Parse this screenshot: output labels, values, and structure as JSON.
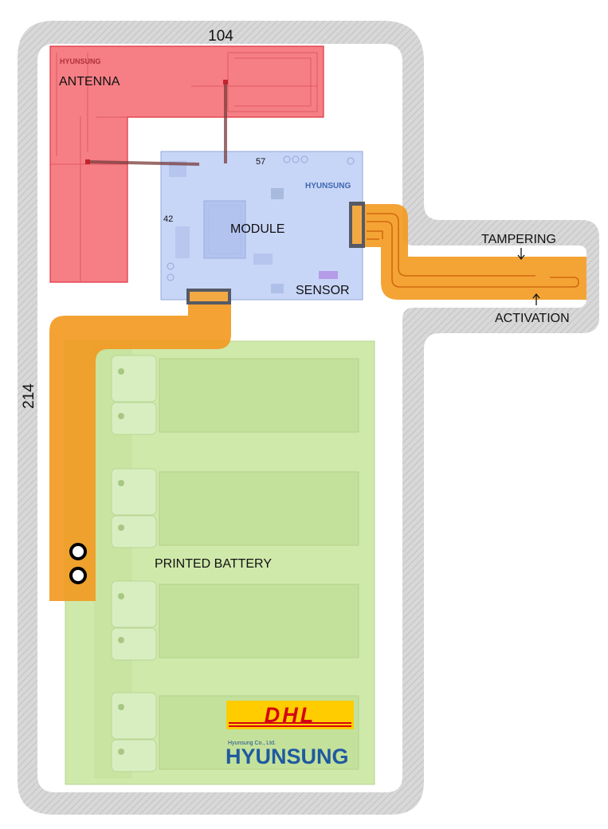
{
  "dimensions": {
    "width": "104",
    "height": "214"
  },
  "labels": {
    "antenna": "ANTENNA",
    "module": "MODULE",
    "sensor": "SENSOR",
    "tampering": "TAMPERING",
    "activation": "ACTIVATION",
    "battery": "PRINTED BATTERY",
    "pin_top": "57",
    "pin_left": "42"
  },
  "branding": {
    "hyunsung": "HYUNSUNG",
    "hyunsung_small": "Hyunsung Co., Ltd.",
    "dhl": "DHL"
  },
  "colors": {
    "housing": "#d4d4d4",
    "antenna": "#f35f68",
    "module": "#c5d3f6",
    "flex_cable": "#f39a1f",
    "battery": "#cde8a8",
    "dhl_yellow": "#ffcc00",
    "dhl_red": "#d40511",
    "hyunsung_blue": "#1f5aa0"
  }
}
